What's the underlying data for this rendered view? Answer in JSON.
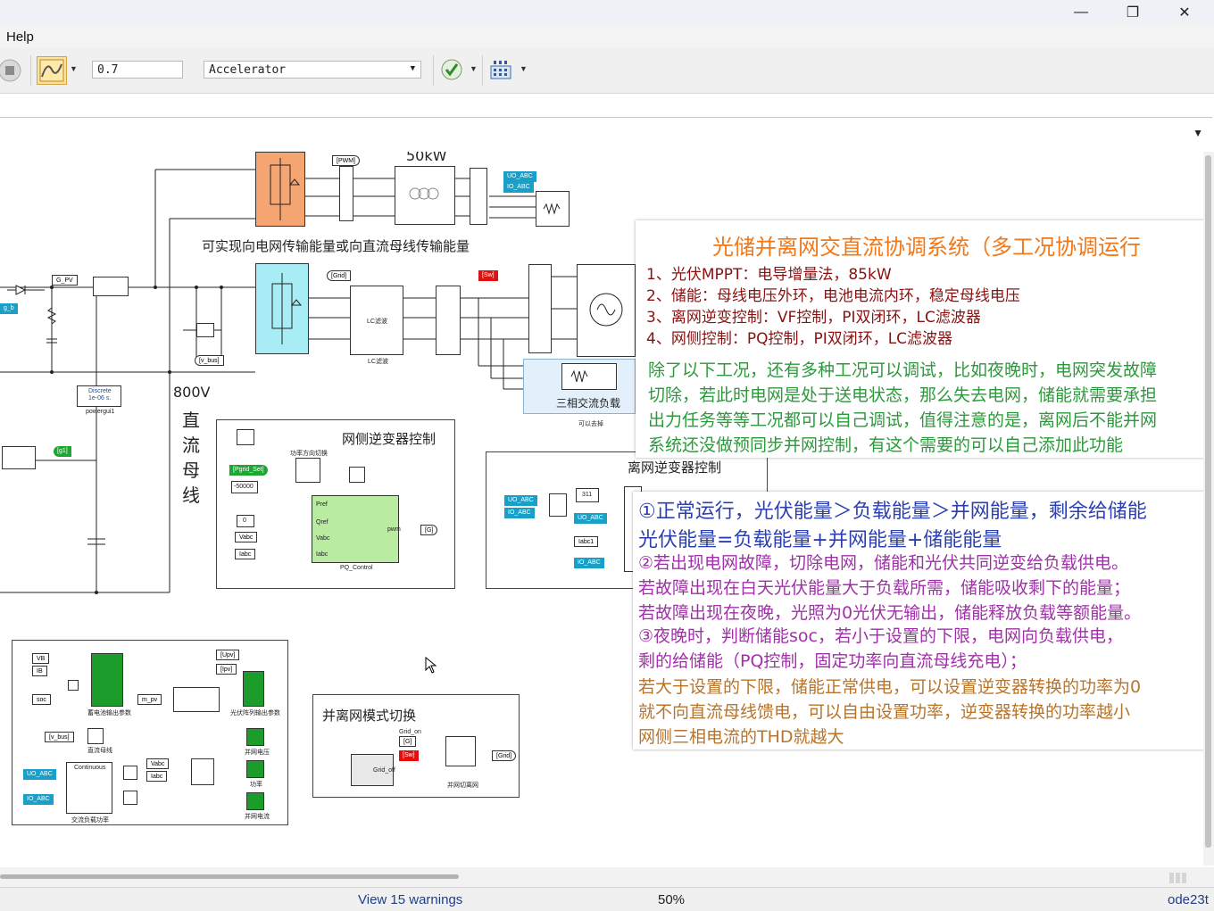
{
  "window": {
    "minimize_label": "—",
    "restore_label": "❐",
    "close_label": "✕"
  },
  "menu": {
    "help": "Help"
  },
  "toolbar": {
    "stop_time": "0.7",
    "sim_mode": "Accelerator",
    "icons": [
      "stop-icon",
      "scope-icon",
      "check-icon",
      "grid-icon"
    ]
  },
  "model": {
    "text_energy_dir": "可实现向电网传输能量或向直流母线传输能量",
    "text_800v": "800V",
    "text_dc_bus": [
      "直",
      "流",
      "母",
      "线"
    ],
    "top_label_50kw": "50kW",
    "grid_ctrl_title": "网侧逆变器控制",
    "offgrid_ctrl_title": "离网逆变器控制",
    "mode_switch_title": "并离网模式切换",
    "ac_load_label": "三相交流负载",
    "ac_load_sub": "可以去掉",
    "lc_filter": "LC滤波",
    "powergui_title": "Discrete",
    "powergui_ts": "1e-06 s.",
    "powergui_name": "powergui1",
    "pq_name": "PQ_Control",
    "pq_ports": [
      "Pref",
      "Qref",
      "Vabc",
      "Iabc"
    ],
    "pq_out": "pwm",
    "const_values": [
      "-50000",
      "0",
      "311"
    ],
    "power_dir_switch": "功率方向切换",
    "tags": {
      "pwm": "[PWM]",
      "io_abc": "IO_ABC",
      "uo_abc": "UO_ABC",
      "g_pv": "G_PV",
      "grid": "[Grid]",
      "v_bus": "[v_bus]",
      "g1": "[g1]",
      "sw": "[Sw]",
      "pgrid": "[Pgrid_Set]",
      "vabc": "Vabc",
      "iabc": "Iabc",
      "iabc1": "Iabc1",
      "vb": "VB",
      "ib": "IB",
      "soc": "soc",
      "m_pv": "m_pv",
      "upv": "[Upv]",
      "ipv": "[Ipv]",
      "grid_on": "Grid_on",
      "grid_off": "Grid_off",
      "g": "[G]",
      "g_b": "g_b",
      "continuous": "Continuous"
    },
    "scope_labels": [
      "蓄电池输出参数",
      "光伏阵列输出参数",
      "直流母线",
      "交流负载功率",
      "并网电压",
      "功率",
      "并网电流",
      "并网切离网"
    ]
  },
  "note1": {
    "title": "光储并离网交直流协调系统（多工况协调运行",
    "items": [
      "1、光伏MPPT：电导增量法，85kW",
      "2、储能：母线电压外环，电池电流内环，稳定母线电压",
      "3、离网逆变控制：VF控制，PI双闭环，LC滤波器",
      "4、网侧控制：PQ控制，PI双闭环，LC滤波器"
    ],
    "para": [
      "除了以下工况，还有多种工况可以调试，比如夜晚时，电网突发故障",
      "切除，若此时电网是处于送电状态，那么失去电网，储能就需要承担",
      "出力任务等等工况都可以自己调试，值得注意的是，离网后不能并网",
      "系统还没做预同步并网控制，有这个需要的可以自己添加此功能"
    ]
  },
  "note2": {
    "blue": [
      "①正常运行，光伏能量＞负载能量＞并网能量，剩余给储能",
      "光伏能量=负载能量+并网能量+储能能量"
    ],
    "purple": [
      "②若出现电网故障，切除电网，储能和光伏共同逆变给负载供电。",
      "若故障出现在白天光伏能量大于负载所需，储能吸收剩下的能量；",
      "若故障出现在夜晚，光照为0光伏无输出，储能释放负载等额能量。",
      "③夜晚时，判断储能soc，若小于设置的下限，电网向负载供电，",
      "剩的给储能（PQ控制，固定功率向直流母线充电）；"
    ],
    "brown": [
      "若大于设置的下限，储能正常供电，可以设置逆变器转换的功率为0",
      "就不向直流母线馈电，可以自由设置功率，逆变器转换的功率越小",
      "网侧三相电流的THD就越大"
    ]
  },
  "status": {
    "warnings": "View 15 warnings",
    "zoom": "50%",
    "solver": "ode23t"
  },
  "colors": {
    "orange_block": "#f4a571",
    "cyan_block": "#a8ecf5",
    "green_block": "#b9eba0",
    "note_title": "#f07818",
    "note_item": "#8b1010",
    "note_para": "#2a9a3a",
    "note_blue": "#2b3fb0",
    "note_purple": "#a030a8",
    "note_brown": "#b8742a"
  }
}
